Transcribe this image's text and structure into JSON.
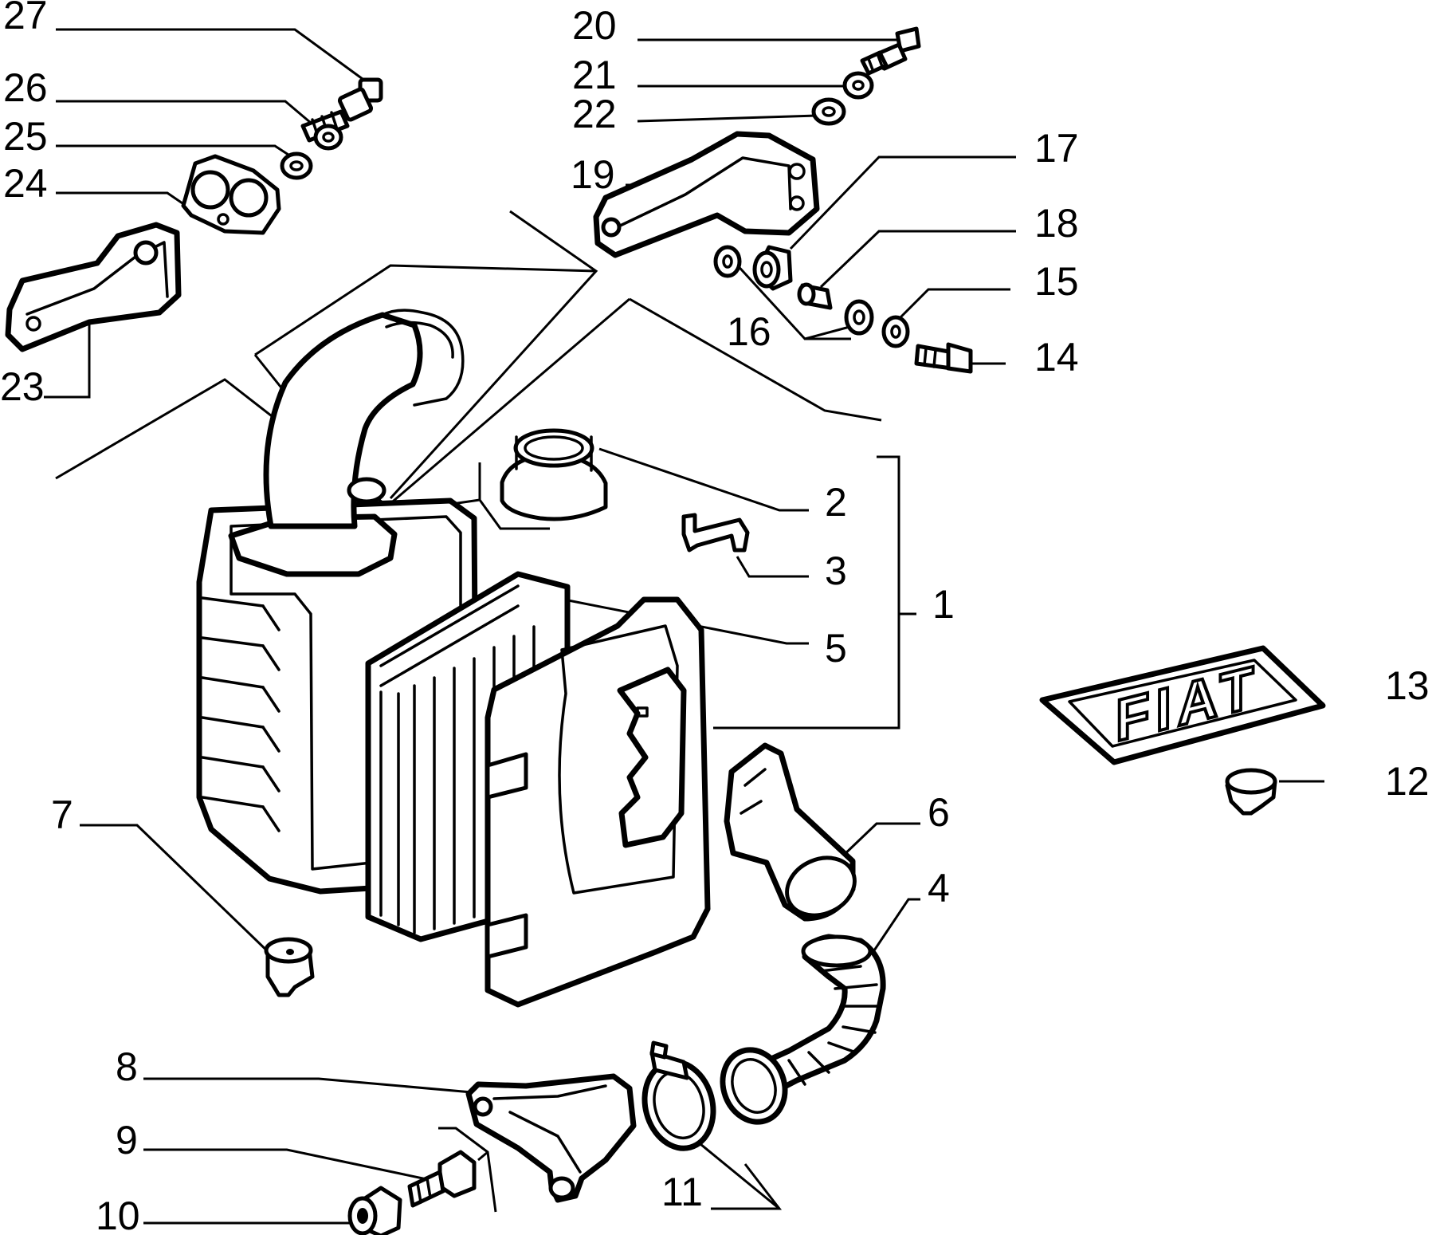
{
  "brand": "FIAT",
  "callouts": [
    {
      "id": "c1",
      "text": "1"
    },
    {
      "id": "c2",
      "text": "2"
    },
    {
      "id": "c3",
      "text": "3"
    },
    {
      "id": "c4",
      "text": "4"
    },
    {
      "id": "c5",
      "text": "5"
    },
    {
      "id": "c6",
      "text": "6"
    },
    {
      "id": "c7",
      "text": "7"
    },
    {
      "id": "c8",
      "text": "8"
    },
    {
      "id": "c9",
      "text": "9"
    },
    {
      "id": "c10",
      "text": "10"
    },
    {
      "id": "c11",
      "text": "11"
    },
    {
      "id": "c12",
      "text": "12"
    },
    {
      "id": "c13",
      "text": "13"
    },
    {
      "id": "c14",
      "text": "14"
    },
    {
      "id": "c15",
      "text": "15"
    },
    {
      "id": "c16",
      "text": "16"
    },
    {
      "id": "c17",
      "text": "17"
    },
    {
      "id": "c18",
      "text": "18"
    },
    {
      "id": "c19",
      "text": "19"
    },
    {
      "id": "c20",
      "text": "20"
    },
    {
      "id": "c21",
      "text": "21"
    },
    {
      "id": "c22",
      "text": "22"
    },
    {
      "id": "c23",
      "text": "23"
    },
    {
      "id": "c24",
      "text": "24"
    },
    {
      "id": "c25",
      "text": "25"
    },
    {
      "id": "c26",
      "text": "26"
    },
    {
      "id": "c27",
      "text": "27"
    }
  ]
}
